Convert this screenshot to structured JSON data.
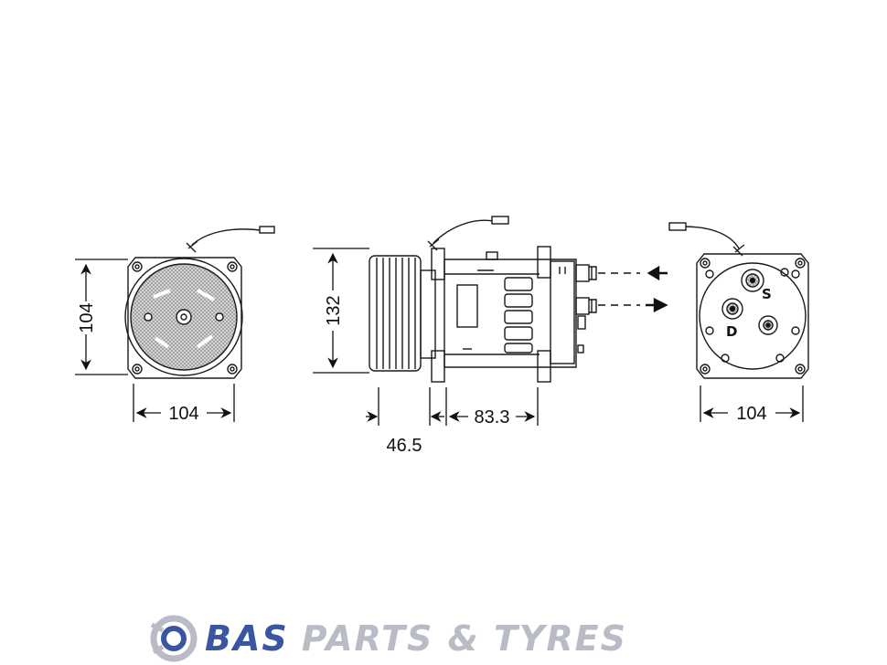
{
  "diagram": {
    "dimensions": {
      "front_height": "104",
      "front_width": "104",
      "side_height": "132",
      "side_pulley_width": "46.5",
      "side_body_width": "83.3",
      "rear_width": "104"
    },
    "port_labels": {
      "suction": "S",
      "discharge": "D"
    },
    "line_color": "#1a1a1a"
  },
  "brand": {
    "word1": "BAS",
    "word2": "PARTS & TYRES",
    "word1_color": "#3a56a0",
    "word2_color": "#b9bcc6",
    "logo_icon": "bas-circle-logo-icon"
  }
}
